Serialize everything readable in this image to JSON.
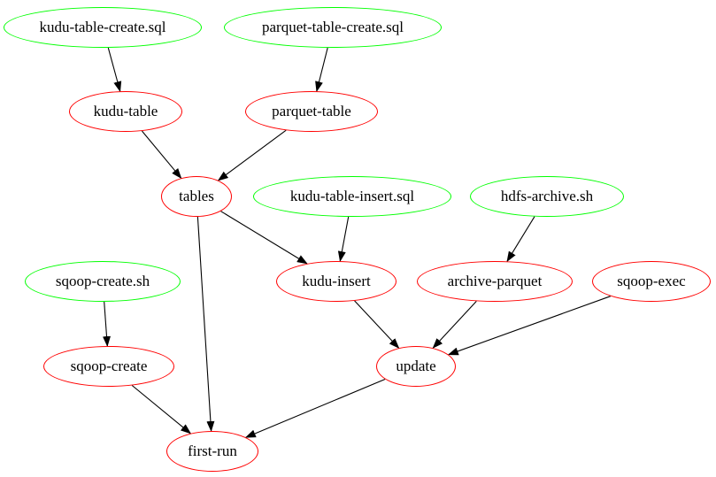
{
  "diagram": {
    "colors": {
      "source": "#00ff00",
      "task": "#ff0000",
      "edge": "#000000",
      "text": "#000000",
      "background": "#ffffff"
    },
    "nodes": [
      {
        "id": "ktcs",
        "label": "kudu-table-create.sql",
        "type": "source"
      },
      {
        "id": "ptcs",
        "label": "parquet-table-create.sql",
        "type": "source"
      },
      {
        "id": "kt",
        "label": "kudu-table",
        "type": "task"
      },
      {
        "id": "pt",
        "label": "parquet-table",
        "type": "task"
      },
      {
        "id": "tb",
        "label": "tables",
        "type": "task"
      },
      {
        "id": "ktis",
        "label": "kudu-table-insert.sql",
        "type": "source"
      },
      {
        "id": "ha",
        "label": "hdfs-archive.sh",
        "type": "source"
      },
      {
        "id": "scs",
        "label": "sqoop-create.sh",
        "type": "source"
      },
      {
        "id": "ki",
        "label": "kudu-insert",
        "type": "task"
      },
      {
        "id": "ap",
        "label": "archive-parquet",
        "type": "task"
      },
      {
        "id": "se",
        "label": "sqoop-exec",
        "type": "task"
      },
      {
        "id": "sc",
        "label": "sqoop-create",
        "type": "task"
      },
      {
        "id": "up",
        "label": "update",
        "type": "task"
      },
      {
        "id": "fr",
        "label": "first-run",
        "type": "task"
      }
    ],
    "edges": [
      {
        "from": "ktcs",
        "to": "kt"
      },
      {
        "from": "ptcs",
        "to": "pt"
      },
      {
        "from": "kt",
        "to": "tb"
      },
      {
        "from": "pt",
        "to": "tb"
      },
      {
        "from": "tb",
        "to": "ki"
      },
      {
        "from": "tb",
        "to": "fr"
      },
      {
        "from": "ktis",
        "to": "ki"
      },
      {
        "from": "ha",
        "to": "ap"
      },
      {
        "from": "scs",
        "to": "sc"
      },
      {
        "from": "ki",
        "to": "up"
      },
      {
        "from": "ap",
        "to": "up"
      },
      {
        "from": "se",
        "to": "up"
      },
      {
        "from": "sc",
        "to": "fr"
      },
      {
        "from": "up",
        "to": "fr"
      }
    ]
  }
}
